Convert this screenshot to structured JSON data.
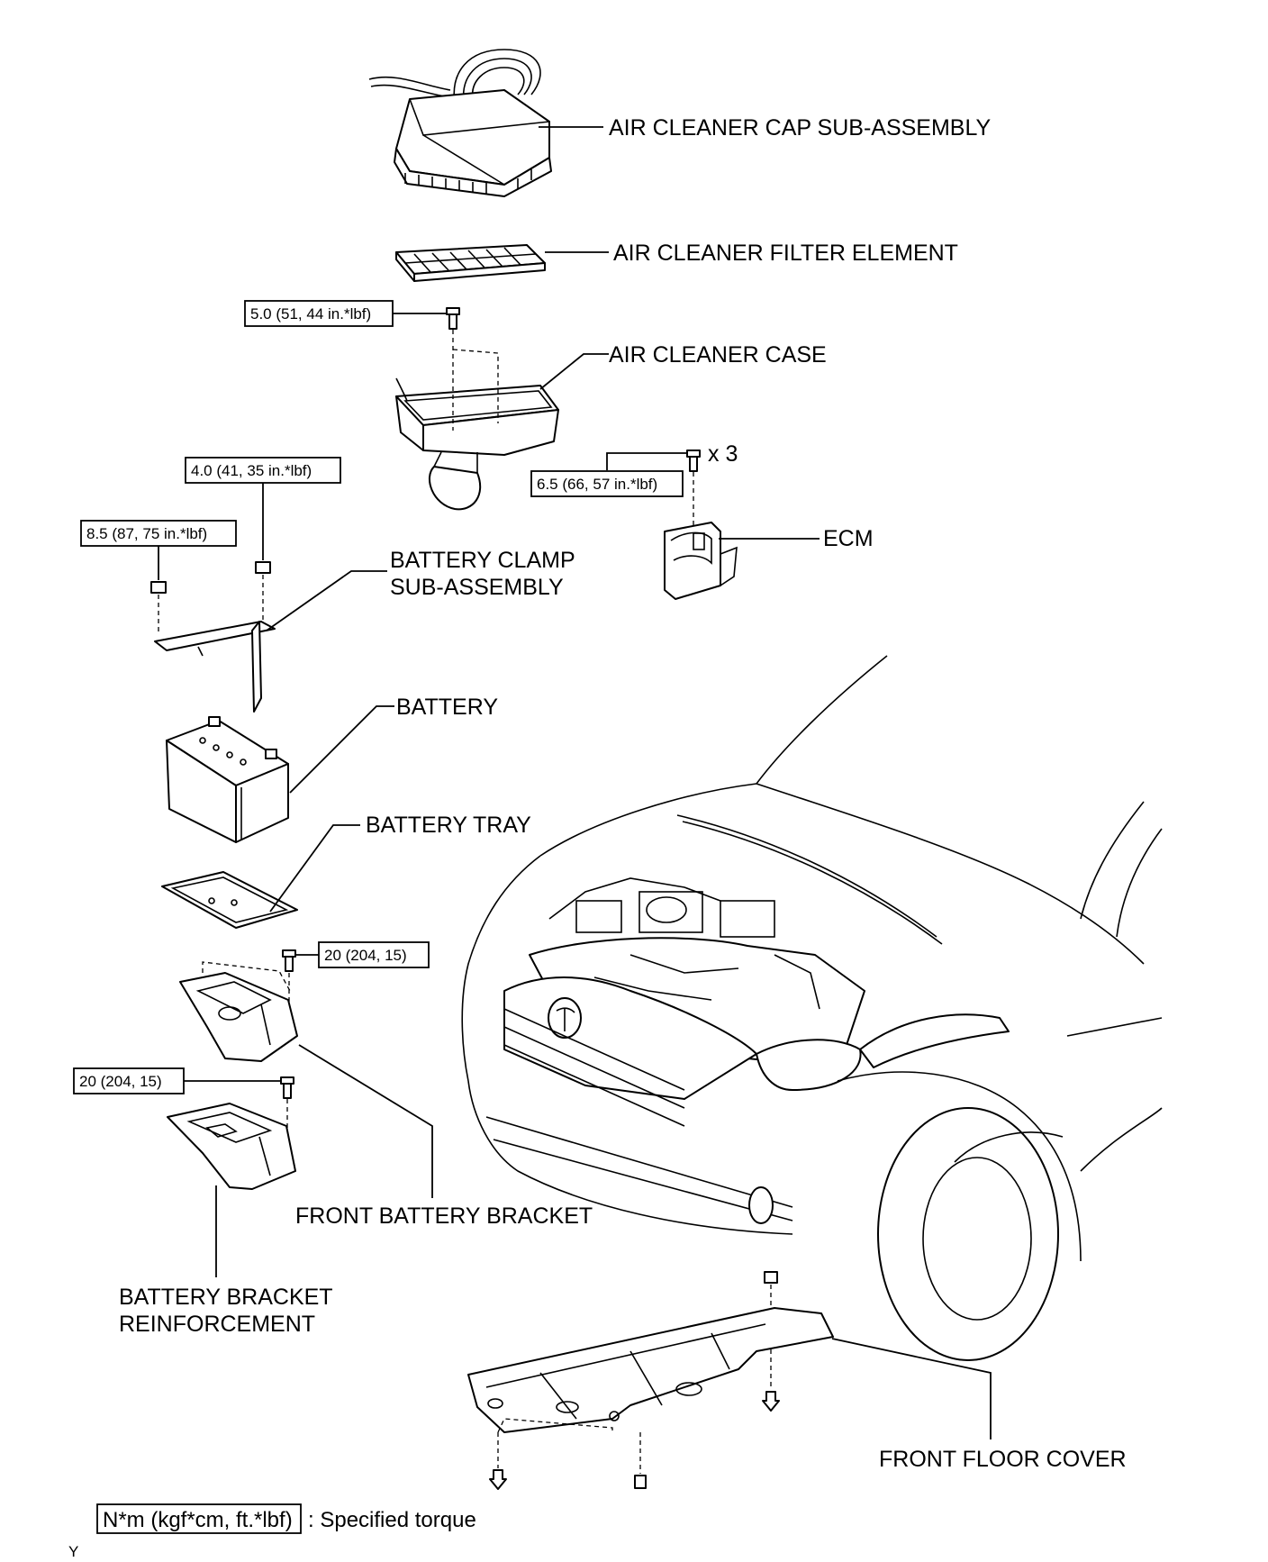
{
  "labels": {
    "air_cleaner_cap": "AIR CLEANER CAP SUB-ASSEMBLY",
    "air_cleaner_filter": "AIR CLEANER FILTER ELEMENT",
    "air_cleaner_case": "AIR CLEANER CASE",
    "ecm": "ECM",
    "battery_clamp_line1": "BATTERY CLAMP",
    "battery_clamp_line2": "SUB-ASSEMBLY",
    "battery": "BATTERY",
    "battery_tray": "BATTERY TRAY",
    "front_battery_bracket": "FRONT BATTERY BRACKET",
    "battery_bracket_reinf_line1": "BATTERY BRACKET",
    "battery_bracket_reinf_line2": "REINFORCEMENT",
    "front_floor_cover": "FRONT FLOOR COVER"
  },
  "torques": {
    "air_cleaner_case": "5.0 (51, 44 in.*lbf)",
    "ecm": "6.5 (66, 57 in.*lbf)",
    "ecm_qty": "x 3",
    "clamp_rod_nut": "4.0 (41, 35 in.*lbf)",
    "clamp_nut": "8.5 (87, 75 in.*lbf)",
    "front_battery_bracket": "20 (204, 15)",
    "bracket_reinforcement": "20 (204, 15)"
  },
  "legend": {
    "unit_box": "N*m (kgf*cm, ft.*lbf)",
    "description": ": Specified torque"
  },
  "corner_mark": "Y"
}
